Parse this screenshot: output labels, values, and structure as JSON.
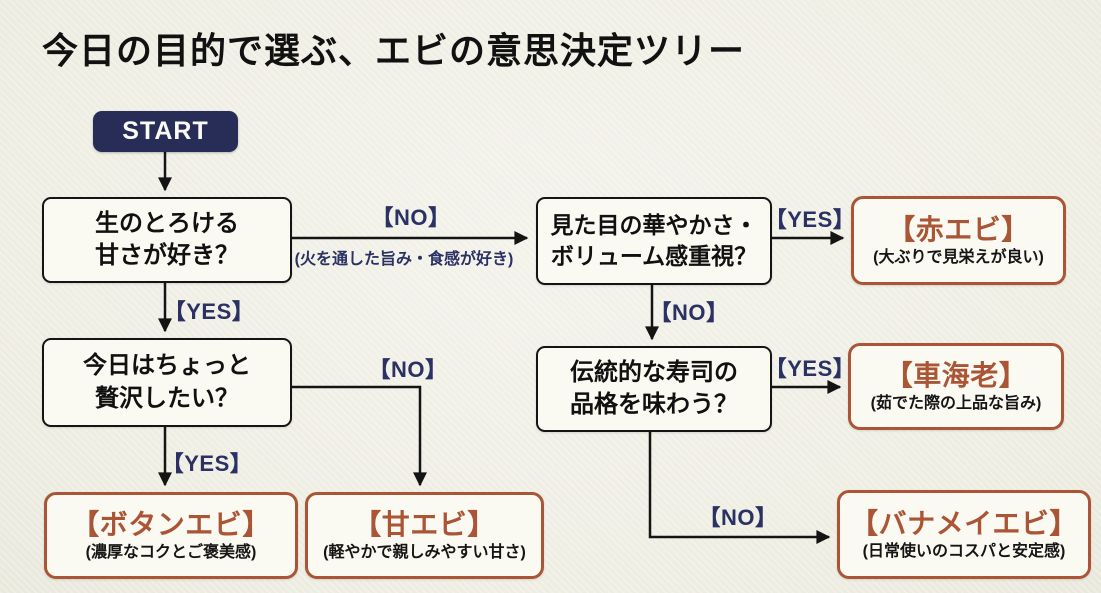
{
  "title": "今日の目的で選ぶ、エビの意思決定ツリー",
  "start": {
    "label": "START"
  },
  "questions": {
    "q1": {
      "line1": "生のとろける",
      "line2": "甘さが好き？"
    },
    "q2": {
      "line1": "見た目の華やかさ・",
      "line2": "ボリューム感重視？"
    },
    "q3": {
      "line1": "今日はちょっと",
      "line2": "贅沢したい？"
    },
    "q4": {
      "line1": "伝統的な寿司の",
      "line2": "品格を味わう？"
    }
  },
  "results": {
    "akaebi": {
      "name": "【赤エビ】",
      "note": "(大ぶりで見栄えが良い)"
    },
    "kurumaebi": {
      "name": "【車海老】",
      "note": "(茹でた際の上品な旨み)"
    },
    "botanebi": {
      "name": "【ボタンエビ】",
      "note": "(濃厚なコクとご褒美感)"
    },
    "amaebi": {
      "name": "【甘エビ】",
      "note": "(軽やかで親しみやすい甘さ)"
    },
    "banameiebi": {
      "name": "【バナメイエビ】",
      "note": "(日常使いのコスパと安定感)"
    }
  },
  "edges": {
    "q1_no": {
      "label": "【NO】",
      "note": "(火を通した旨み・食感が好き)"
    },
    "q1_yes": {
      "label": "【YES】"
    },
    "q2_yes": {
      "label": "【YES】"
    },
    "q2_no": {
      "label": "【NO】"
    },
    "q3_no": {
      "label": "【NO】"
    },
    "q3_yes": {
      "label": "【YES】"
    },
    "q4_yes": {
      "label": "【YES】"
    },
    "q4_no": {
      "label": "【NO】"
    }
  },
  "colors": {
    "background": "#f0efe5",
    "navy": "#2b3163",
    "rust": "#aa5636",
    "line": "#141414",
    "box_background": "#fbfaf2"
  }
}
